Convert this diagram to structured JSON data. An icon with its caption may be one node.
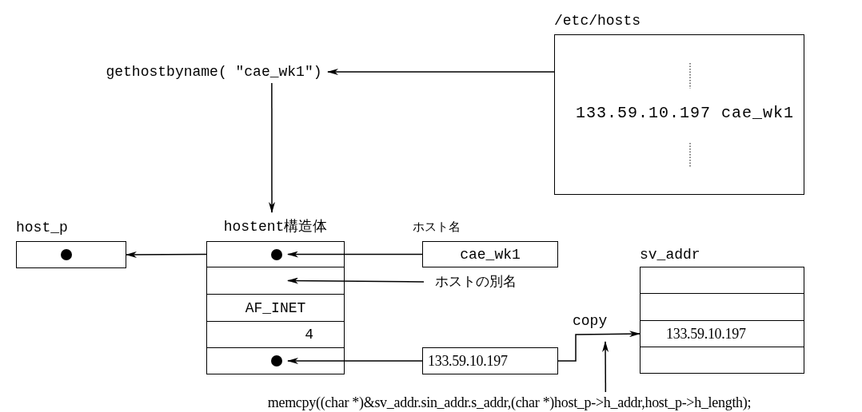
{
  "diagram": {
    "nodes": [
      {
        "text": [
          "gethostbyname( \"cae_wk1\")"
        ]
      },
      {
        "text": [
          "/etc/hosts",
          "133.59.10.197 cae_wk1"
        ]
      },
      {
        "text": [
          "host_p"
        ]
      },
      {
        "text": [
          "hostent構造体"
        ]
      },
      {
        "text": [],
        "shape": "box",
        "in": 3
      },
      {
        "text": [],
        "shape": "box",
        "in": 3
      },
      {
        "text": [
          "AF_INET"
        ],
        "in": 3
      },
      {
        "text": [
          "4"
        ],
        "in": 3
      },
      {
        "text": [],
        "shape": "box",
        "in": 3
      },
      {
        "text": [
          "ホスト名",
          "cae_wk1"
        ]
      },
      {
        "text": [
          "ホストの別名"
        ]
      },
      {
        "text": [
          "133.59.10.197"
        ]
      },
      {
        "text": [
          "sv_addr"
        ]
      },
      {
        "text": [],
        "shape": "box",
        "in": 12
      },
      {
        "text": [],
        "shape": "box",
        "in": 12
      },
      {
        "text": [
          "133.59.10.197"
        ],
        "in": 12
      },
      {
        "text": [],
        "shape": "box",
        "in": 12
      },
      {
        "text": [
          "memcpy((char *)&sv_addr.sin_addr.s_addr,(char *)host_p->h_addr,host_p->h_length);"
        ]
      }
    ],
    "edges": [
      {
        "from": 1,
        "to": 0,
        "arrow": "to"
      },
      {
        "from": 0,
        "to": 3,
        "arrow": "to"
      },
      {
        "from": 4,
        "to": 2,
        "arrow": "to"
      },
      {
        "from": 9,
        "to": 4,
        "arrow": "to"
      },
      {
        "from": 10,
        "to": 5,
        "arrow": "to"
      },
      {
        "from": 11,
        "to": 8,
        "arrow": "to"
      },
      {
        "from": 11,
        "to": 15,
        "arrow": "to",
        "label": "copy"
      },
      {
        "from": 17,
        "to": null,
        "arrow": "to"
      }
    ]
  }
}
